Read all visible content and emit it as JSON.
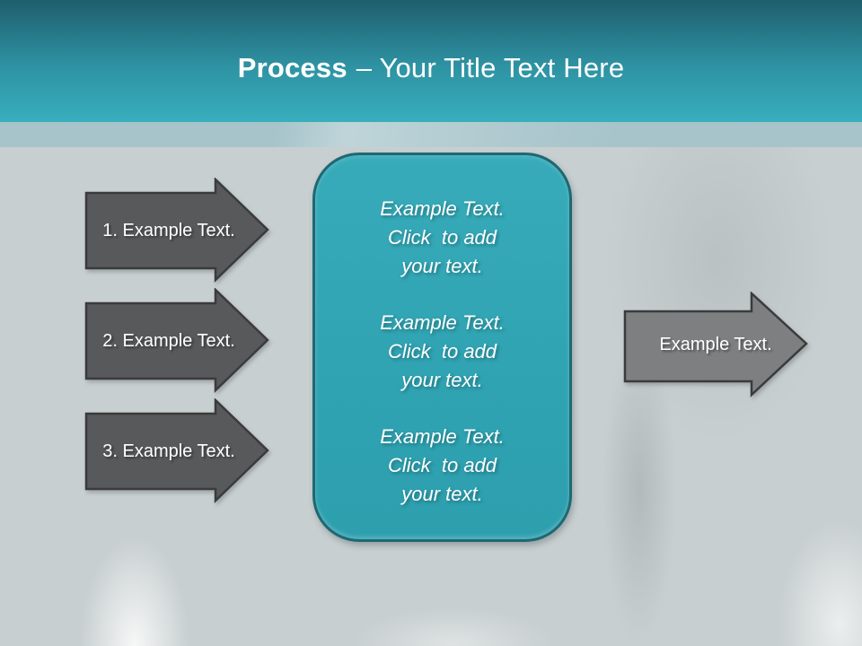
{
  "header": {
    "title_emphasis": "Process",
    "title_rest": "– Your Title Text Here"
  },
  "process_steps": [
    {
      "label": "1. Example Text."
    },
    {
      "label": "2. Example Text."
    },
    {
      "label": "3. Example Text."
    }
  ],
  "center_box": {
    "blocks": [
      "Example Text.\nClick  to add\nyour text.",
      "Example Text.\nClick  to add\nyour text.",
      "Example Text.\nClick  to add\nyour text."
    ]
  },
  "result_arrow": {
    "label": "Example Text."
  },
  "colors": {
    "header_gradient_top": "#1f5e6d",
    "header_gradient_bottom": "#38aebd",
    "band": "#a6c4ca",
    "background": "#c8cfd0",
    "box_fill": "#2fa4b3",
    "box_border": "#1e6873",
    "step_arrow_fill": "#58595b",
    "result_arrow_fill": "#7e7f80",
    "arrow_outline": "#3b3b3b",
    "text": "#ffffff"
  }
}
